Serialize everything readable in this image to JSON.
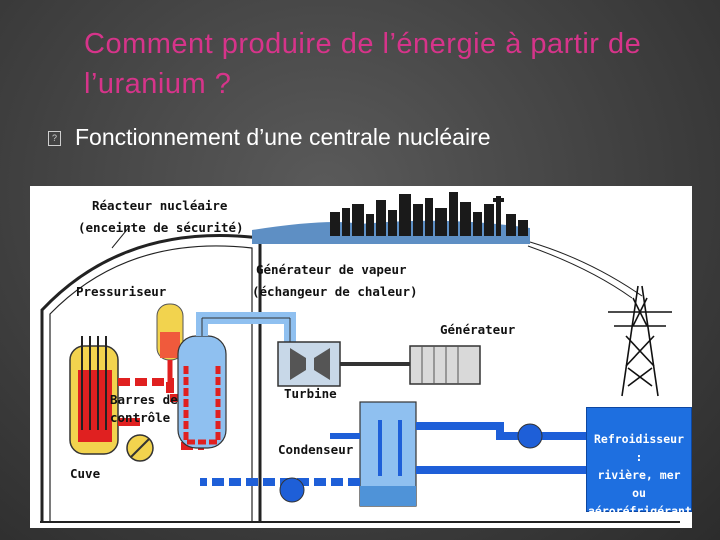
{
  "slide": {
    "title": "Comment produire de l’énergie à partir de l’uranium ?",
    "bullet_icon": "checkbox-bullet-icon",
    "bullet_text": "Fonctionnement d’une centrale nucléaire"
  },
  "diagram": {
    "labels": {
      "reactor": "Réacteur nucléaire",
      "reactor_sub": "(enceinte de sécurité)",
      "steam_gen": "Générateur de vapeur",
      "steam_gen_sub": "(échangeur de chaleur)",
      "pressurizer": "Pressuriseur",
      "generator": "Générateur",
      "control_rods_1": "Barres de",
      "control_rods_2": "contrôle",
      "turbine": "Turbine",
      "condenser": "Condenseur",
      "vessel": "Cuve",
      "cooler": "Refroidisseur :\nrivière, mer ou\naéroréfrigérant"
    },
    "colors": {
      "title": "#d6348a",
      "hot_water": "#e02020",
      "steam": "#8fc0f0",
      "cold_water": "#1e5fd8",
      "pressurizer": "#f2d34e",
      "cooler_box": "#1e6fe0"
    },
    "icons": [
      "city-skyline-icon",
      "pylon-icon",
      "turbine-icon",
      "generator-icon",
      "pump-icon"
    ]
  }
}
